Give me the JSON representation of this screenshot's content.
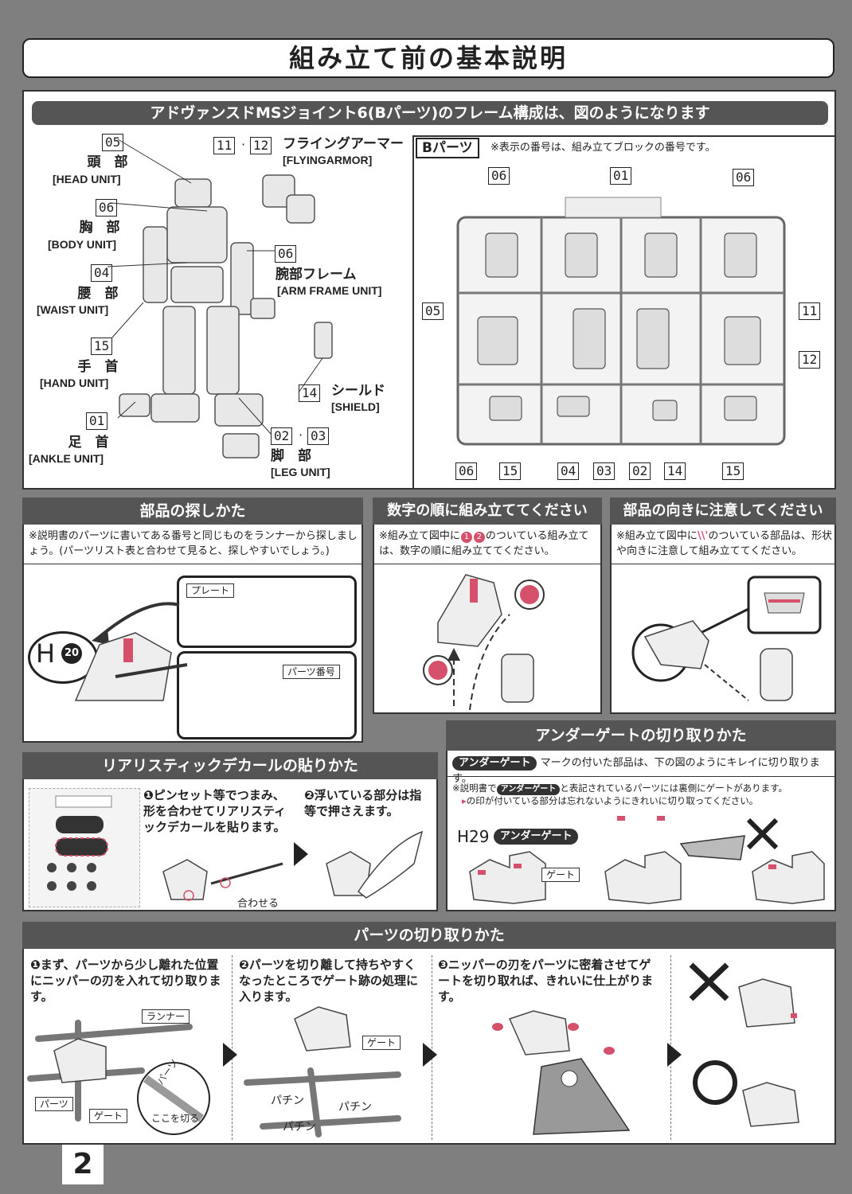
{
  "page": {
    "title": "組み立て前の基本説明",
    "page_number": "2"
  },
  "frame_section": {
    "header": "アドヴァンスドMSジョイント6(Bパーツ)のフレーム構成は、図のようになります",
    "units": [
      {
        "no": "05",
        "jp": "頭　部",
        "en": "[HEAD UNIT]"
      },
      {
        "no": "06",
        "jp": "胸　部",
        "en": "[BODY UNIT]"
      },
      {
        "no": "04",
        "jp": "腰　部",
        "en": "[WAIST UNIT]"
      },
      {
        "no": "15",
        "jp": "手　首",
        "en": "[HAND UNIT]"
      },
      {
        "no": "01",
        "jp": "足　首",
        "en": "[ANKLE UNIT]"
      },
      {
        "no1": "11",
        "no2": "12",
        "jp": "フライングアーマー",
        "en": "[FLYINGARMOR]"
      },
      {
        "no": "06",
        "jp": "腕部フレーム",
        "en": "[ARM FRAME UNIT]"
      },
      {
        "no": "14",
        "jp": "シールド",
        "en": "[SHIELD]"
      },
      {
        "no1": "02",
        "no2": "03",
        "jp": "脚　部",
        "en": "[LEG UNIT]"
      }
    ],
    "b_parts": {
      "label": "Bパーツ",
      "note": "※表示の番号は、組み立てブロックの番号です。",
      "top_numbers": [
        "06",
        "01",
        "06"
      ],
      "side_numbers": [
        "05",
        "11",
        "12"
      ],
      "bottom_numbers": [
        "06",
        "15",
        "04",
        "03",
        "02",
        "14",
        "15"
      ]
    }
  },
  "find_parts": {
    "header": "部品の探しかた",
    "note": "※説明書のパーツに書いてある番号と同じものをランナーから探しましょう。(パーツリスト表と合わせて見ると、探しやすいでしょう。)",
    "plate_label": "プレート",
    "part_no_label": "パーツ番号",
    "callout_letter": "H",
    "callout_number": "20"
  },
  "number_order": {
    "header": "数字の順に組み立ててください",
    "note_pre": "※組み立て図中に",
    "note_post": "のついている組み立ては、数字の順に組み立ててください。",
    "mark1": "1",
    "mark2": "2"
  },
  "direction": {
    "header": "部品の向きに注意してください",
    "note_pre": "※組み立て図中に",
    "note_post": "のついている部品は、形状や向きに注意して組み立ててください。"
  },
  "decal": {
    "header": "リアリスティックデカールの貼りかた",
    "step1": "❶ピンセット等でつまみ、形を合わせてリアリスティックデカールを貼ります。",
    "step2": "❷浮いている部分は指等で押さえます。",
    "align_label": "合わせる"
  },
  "under_gate": {
    "header": "アンダーゲートの切り取りかた",
    "pill": "アンダーゲート",
    "desc": "マークの付いた部品は、下の図のようにキレイに切り取ります。",
    "note1_pre": "※説明書で",
    "note1_post": "と表記されているパーツには裏側にゲートがあります。",
    "note2": "の印が付いている部分は忘れないようにきれいに切り取ってください。",
    "callout": "H29",
    "gate_label": "ゲート"
  },
  "cutting": {
    "header": "パーツの切り取りかた",
    "step1": "❶まず、パーツから少し離れた位置にニッパーの刃を入れて切り取ります。",
    "step2": "❷パーツを切り離して持ちやすくなったところでゲート跡の処理に入ります。",
    "step3": "❸ニッパーの刃をパーツに密着させてゲートを切り取れば、きれいに仕上がります。",
    "runner_label": "ランナー",
    "parts_label": "パーツ",
    "gate_label": "ゲート",
    "cut_here": "ここを切る",
    "parts_circle": "パーツ",
    "snap": "パチン"
  }
}
